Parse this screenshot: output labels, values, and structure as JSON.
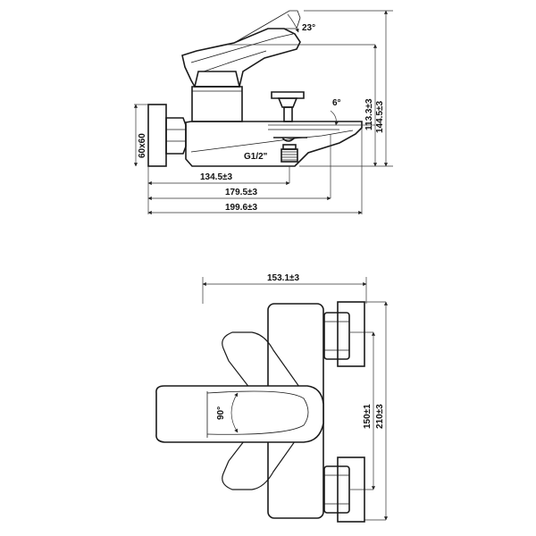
{
  "side_view": {
    "angle_handle": "23°",
    "angle_spout": "6°",
    "connector_label": "G1/2\"",
    "mount_size": "60x60",
    "height_total": "144.5±3",
    "height_spout": "113.3±3",
    "len_1": "134.5±3",
    "len_2": "179.5±3",
    "len_3": "199.6±3"
  },
  "top_view": {
    "width": "153.1±3",
    "rotation_angle": "90°",
    "center_distance": "150±1",
    "overall_height": "210±3"
  }
}
